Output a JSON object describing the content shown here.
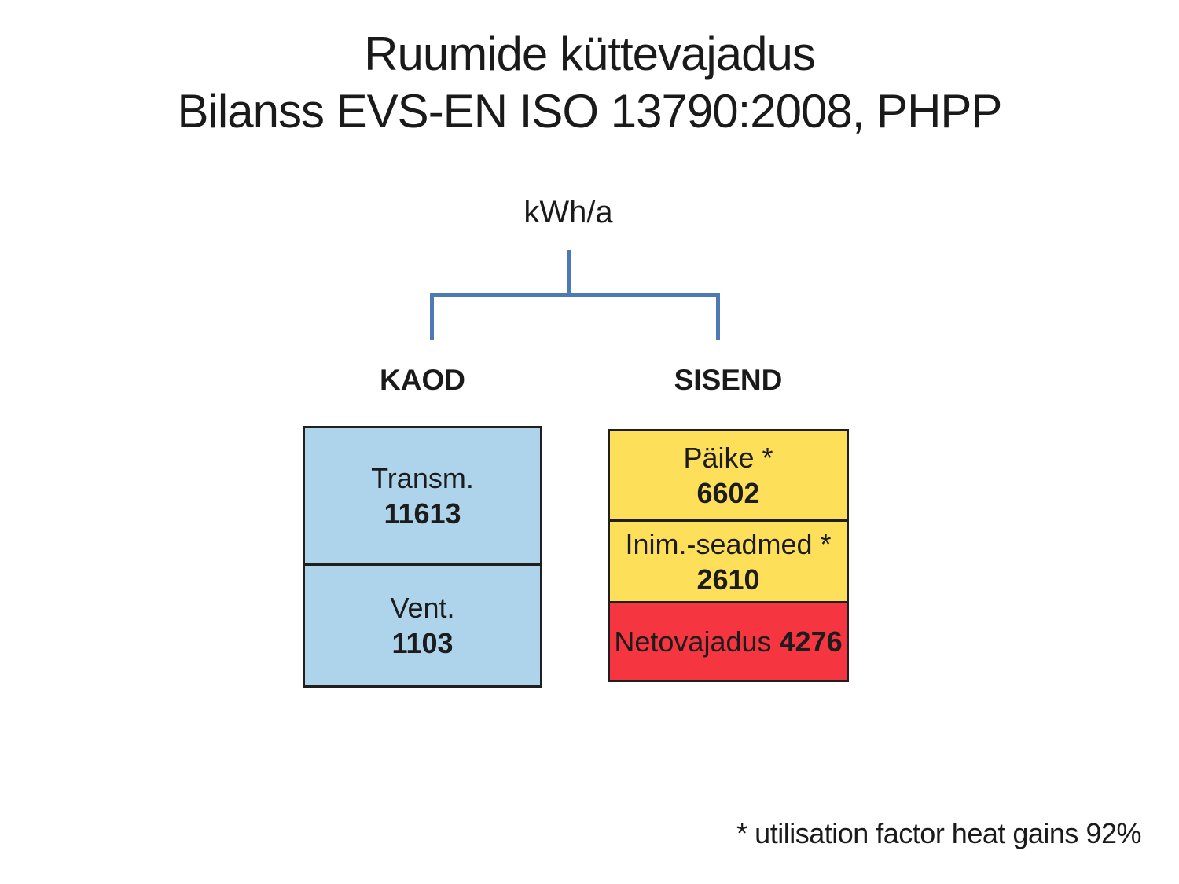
{
  "slide": {
    "title_line1": "Ruumide küttevajadus",
    "title_line2": "Bilanss EVS-EN ISO 13790:2008, PHPP",
    "footnote": "* utilisation factor heat gains 92%"
  },
  "tree": {
    "root_label": "kWh/a",
    "left_branch_label": "KAOD",
    "right_branch_label": "SISEND"
  },
  "kaod": {
    "cells": [
      {
        "label": "Transm.",
        "value": "11613"
      },
      {
        "label": "Vent.",
        "value": "1103"
      }
    ]
  },
  "sisend": {
    "cells": [
      {
        "label": "Päike *",
        "value": "6602"
      },
      {
        "label": "Inim.-seadmed *",
        "value": "2610"
      }
    ],
    "net_label": "Netovajadus",
    "net_value": "4276"
  },
  "colors": {
    "loss_fill": "#aed4ec",
    "gain_fill": "#fddf59",
    "net_fill": "#f5353f",
    "connector": "#4d79b5",
    "border": "#1f1f1f"
  }
}
